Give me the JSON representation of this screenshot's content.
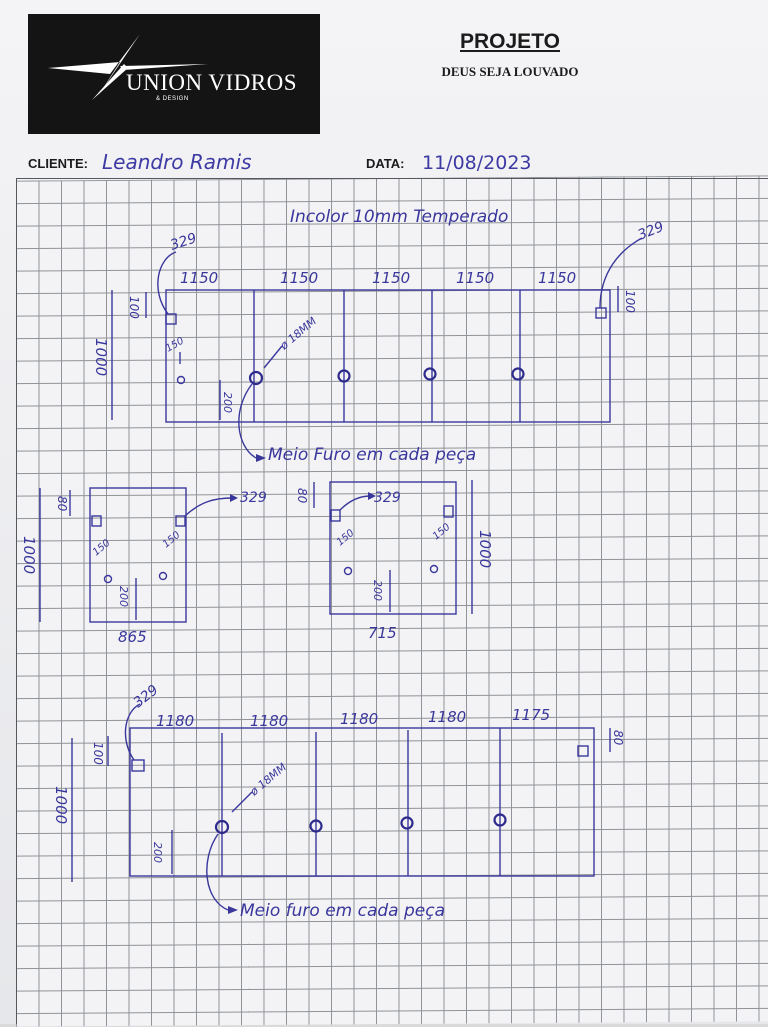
{
  "header": {
    "logo_name": "UNION VIDROS",
    "logo_tagline": "& DESIGN",
    "project_title": "PROJETO",
    "project_subtitle": "DEUS SEJA LOUVADO"
  },
  "fields": {
    "cliente_label": "CLIENTE:",
    "cliente_value": "Leandro Ramis",
    "data_label": "DATA:",
    "data_value": "11/08/2023"
  },
  "drawing": {
    "title": "Incolor 10mm Temperado",
    "panel_group_1": {
      "widths": [
        "1150",
        "1150",
        "1150",
        "1150",
        "1150"
      ],
      "height": "1000",
      "top_offset_left": "100",
      "top_offset_right": "100",
      "notch_left": "329",
      "notch_right": "329",
      "hole_offset": "150",
      "hole_height": "200",
      "hole_diameter": "ø 18MM",
      "note": "Meio Furo em cada peça"
    },
    "panel_865": {
      "width": "865",
      "height": "1000",
      "top_offset": "80",
      "notch": "329",
      "hole_offset_left": "150",
      "hole_offset_right": "150",
      "hole_height": "200"
    },
    "panel_715": {
      "width": "715",
      "height": "1000",
      "top_offset": "80",
      "notch": "329",
      "hole_offset_left": "150",
      "hole_offset_right": "150",
      "hole_height": "200"
    },
    "panel_group_2": {
      "widths": [
        "1180",
        "1180",
        "1180",
        "1180",
        "1175"
      ],
      "height": "1000",
      "top_offset_left": "100",
      "top_offset_right": "80",
      "notch_left": "329",
      "hole_height": "200",
      "hole_diameter": "ø 18MM",
      "note": "Meio furo em cada peça"
    }
  }
}
